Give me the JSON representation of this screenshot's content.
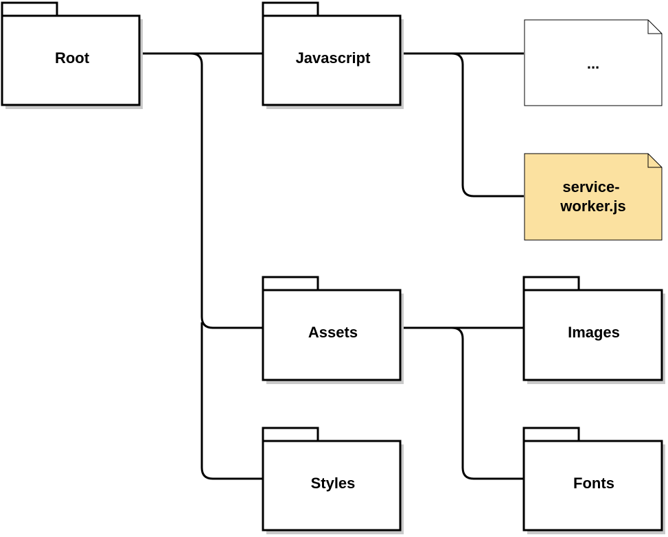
{
  "colors": {
    "stroke": "#000000",
    "shadow": "#c9c9c9",
    "folder_fill": "#ffffff",
    "file_fill": "#ffffff",
    "highlight_fill": "#fbe1a0",
    "connector": "#000000"
  },
  "nodes": {
    "root": {
      "label": "Root",
      "shape": "folder-icon"
    },
    "javascript": {
      "label": "Javascript",
      "shape": "folder-icon"
    },
    "assets": {
      "label": "Assets",
      "shape": "folder-icon"
    },
    "styles": {
      "label": "Styles",
      "shape": "folder-icon"
    },
    "images": {
      "label": "Images",
      "shape": "folder-icon"
    },
    "fonts": {
      "label": "Fonts",
      "shape": "folder-icon"
    },
    "ellipsis": {
      "label": "...",
      "shape": "file-icon"
    },
    "service_worker": {
      "label_lines": [
        "service-",
        "worker.js"
      ],
      "shape": "file-icon",
      "highlighted": true
    }
  },
  "edges": [
    {
      "from": "Root",
      "to": "Javascript"
    },
    {
      "from": "Root",
      "to": "Assets"
    },
    {
      "from": "Root",
      "to": "Styles"
    },
    {
      "from": "Javascript",
      "to": "..."
    },
    {
      "from": "Javascript",
      "to": "service-worker.js"
    },
    {
      "from": "Assets",
      "to": "Images"
    },
    {
      "from": "Assets",
      "to": "Fonts"
    }
  ]
}
